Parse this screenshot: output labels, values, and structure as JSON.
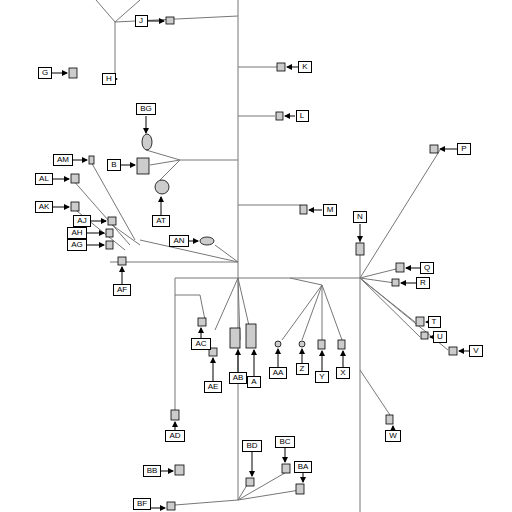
{
  "diagram": {
    "nodes": [
      {
        "text": [
          "J"
        ]
      },
      {
        "text": [
          "K"
        ]
      },
      {
        "text": [
          "G"
        ]
      },
      {
        "text": [
          "H"
        ]
      },
      {
        "text": [
          "BG"
        ]
      },
      {
        "text": [
          "L"
        ]
      },
      {
        "text": [
          "AM"
        ]
      },
      {
        "text": [
          "B"
        ]
      },
      {
        "text": [
          "AL"
        ]
      },
      {
        "text": [
          "AK"
        ]
      },
      {
        "text": [
          "AT"
        ]
      },
      {
        "text": [
          "M"
        ]
      },
      {
        "text": [
          "AJ"
        ]
      },
      {
        "text": [
          "AH"
        ]
      },
      {
        "text": [
          "AG"
        ]
      },
      {
        "text": [
          "AN"
        ]
      },
      {
        "text": [
          "AF"
        ]
      },
      {
        "text": [
          "N"
        ]
      },
      {
        "text": [
          "P"
        ]
      },
      {
        "text": [
          "Q"
        ]
      },
      {
        "text": [
          "R"
        ]
      },
      {
        "text": [
          "T"
        ]
      },
      {
        "text": [
          "U"
        ]
      },
      {
        "text": [
          "V"
        ]
      },
      {
        "text": [
          "AC"
        ]
      },
      {
        "text": [
          "AE"
        ]
      },
      {
        "text": [
          "AB"
        ]
      },
      {
        "text": [
          "A"
        ]
      },
      {
        "text": [
          "AA"
        ]
      },
      {
        "text": [
          "Z"
        ]
      },
      {
        "text": [
          "Y"
        ]
      },
      {
        "text": [
          "X"
        ]
      },
      {
        "text": [
          "AD"
        ]
      },
      {
        "text": [
          "W"
        ]
      },
      {
        "text": [
          "BD"
        ]
      },
      {
        "text": [
          "BC"
        ]
      },
      {
        "text": [
          "BB"
        ]
      },
      {
        "text": [
          "BA"
        ]
      },
      {
        "text": [
          "BF"
        ]
      }
    ],
    "edges": []
  }
}
